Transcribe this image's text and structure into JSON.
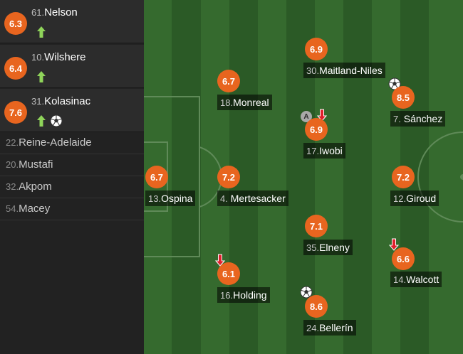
{
  "colors": {
    "rating_badge": "#e8651f",
    "sub_on_arrow": "#8fd45a",
    "sub_off_arrow": "#e0202c",
    "pitch_dark": "#2b5a26",
    "pitch_light": "#356a2e"
  },
  "substitutes_used": [
    {
      "number": "61.",
      "name": "Nelson",
      "rating": "6.3",
      "icons": [
        "sub-on-arrow-icon"
      ]
    },
    {
      "number": "10.",
      "name": "Wilshere",
      "rating": "6.4",
      "icons": [
        "sub-on-arrow-icon"
      ]
    },
    {
      "number": "31.",
      "name": "Kolasinac",
      "rating": "7.6",
      "icons": [
        "sub-on-arrow-icon",
        "goal-ball-icon"
      ]
    }
  ],
  "bench": [
    {
      "number": "22.",
      "name": "Reine-Adelaide"
    },
    {
      "number": "20.",
      "name": "Mustafi"
    },
    {
      "number": "32.",
      "name": "Akpom"
    },
    {
      "number": "54.",
      "name": "Macey"
    }
  ],
  "players": [
    {
      "number": "13.",
      "name": "Ospina",
      "rating": "6.7",
      "icons": []
    },
    {
      "number": "18.",
      "name": "Monreal",
      "rating": "6.7",
      "icons": []
    },
    {
      "number": "4.",
      "name": "Mertesacker",
      "rating": "7.2",
      "icons": []
    },
    {
      "number": "16.",
      "name": "Holding",
      "rating": "6.1",
      "icons": [
        "sub-off-arrow-icon"
      ]
    },
    {
      "number": "30.",
      "name": "Maitland-Niles",
      "rating": "6.9",
      "icons": []
    },
    {
      "number": "17.",
      "name": "Iwobi",
      "rating": "6.9",
      "icons": [
        "captain-icon",
        "sub-off-arrow-icon"
      ],
      "captain_label": "A"
    },
    {
      "number": "35.",
      "name": "Elneny",
      "rating": "7.1",
      "icons": []
    },
    {
      "number": "24.",
      "name": "Bellerín",
      "rating": "8.6",
      "icons": [
        "goal-ball-icon"
      ]
    },
    {
      "number": "7.",
      "name": "Sánchez",
      "rating": "8.5",
      "icons": [
        "goal-ball-icon"
      ]
    },
    {
      "number": "12.",
      "name": "Giroud",
      "rating": "7.2",
      "icons": []
    },
    {
      "number": "14.",
      "name": "Walcott",
      "rating": "6.6",
      "icons": [
        "sub-off-arrow-icon"
      ]
    }
  ]
}
